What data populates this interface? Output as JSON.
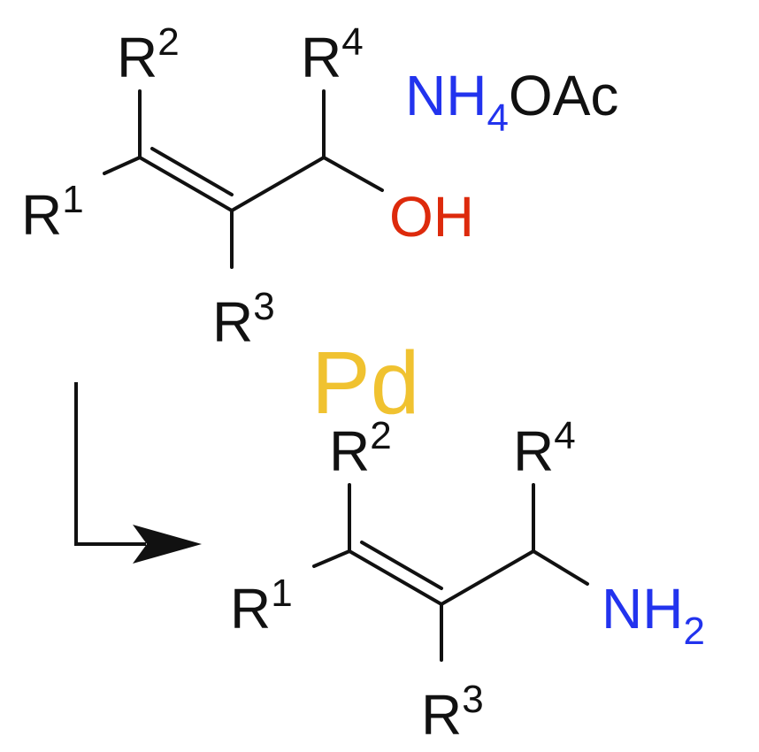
{
  "colors": {
    "bond": "#111111",
    "text": "#111111",
    "nitrogen": "#2233ee",
    "oxygen": "#dd2a0c",
    "palladium": "#f0c230"
  },
  "reactant": {
    "r1": {
      "base": "R",
      "sup": "1"
    },
    "r2": {
      "base": "R",
      "sup": "2"
    },
    "r3": {
      "base": "R",
      "sup": "3"
    },
    "r4": {
      "base": "R",
      "sup": "4"
    },
    "oh": "OH"
  },
  "reagent": {
    "nh": "NH",
    "sub": "4",
    "oac": "OAc"
  },
  "catalyst": "Pd",
  "product": {
    "r1": {
      "base": "R",
      "sup": "1"
    },
    "r2": {
      "base": "R",
      "sup": "2"
    },
    "r3": {
      "base": "R",
      "sup": "3"
    },
    "r4": {
      "base": "R",
      "sup": "4"
    },
    "nh": "NH",
    "sub": "2"
  }
}
